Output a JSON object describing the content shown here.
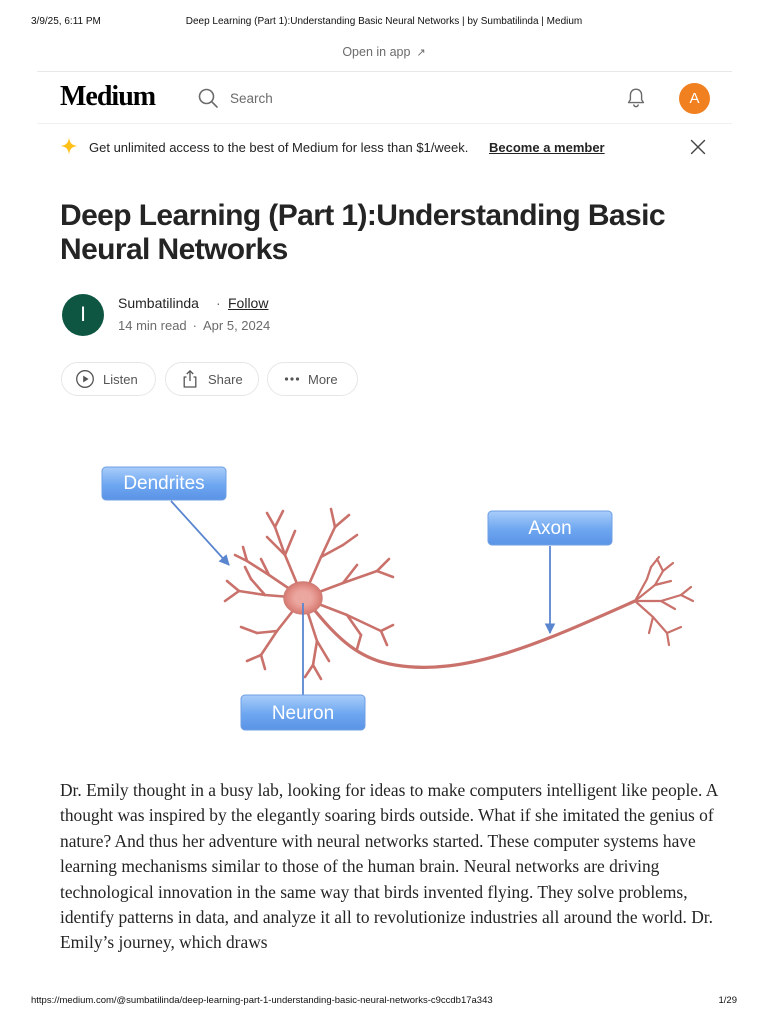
{
  "print_header": {
    "datetime": "3/9/25, 6:11 PM",
    "title": "Deep Learning (Part 1):Understanding Basic Neural Networks | by Sumbatilinda | Medium"
  },
  "open_in_app": {
    "label": "Open in app",
    "icon": "arrow-up-right-icon"
  },
  "navbar": {
    "logo": "Medium",
    "search_placeholder": "Search",
    "avatar_initial": "A",
    "avatar_color": "#F08020"
  },
  "banner": {
    "message": "Get unlimited access to the best of Medium for less than $1/week.",
    "cta": "Become a member",
    "sparkle_color": "#FFC017"
  },
  "article": {
    "title": "Deep Learning (Part 1):Understanding Basic Neural Networks",
    "author": {
      "name": "Sumbatilinda",
      "initial": "I",
      "avatar_color": "#0E5641",
      "follow_label": "Follow"
    },
    "read_time": "14 min read",
    "date": "Apr 5, 2024",
    "actions": {
      "listen": "Listen",
      "share": "Share",
      "more": "More"
    },
    "figure_labels": {
      "dendrites": "Dendrites",
      "axon": "Axon",
      "neuron": "Neuron"
    },
    "body": "Dr. Emily thought in a busy lab, looking for ideas to make computers intelligent like people. A thought was inspired by the elegantly soaring birds outside. What if she imitated the genius of nature? And thus her adventure with neural networks started. These computer systems have learning mechanisms similar to those of the human brain. Neural networks are driving technological innovation in the same way that birds invented flying. They solve problems, identify patterns in data, and analyze it all to revolutionize industries all around the world. Dr. Emily’s journey, which draws"
  },
  "print_footer": {
    "url": "https://medium.com/@sumbatilinda/deep-learning-part-1-understanding-basic-neural-networks-c9ccdb17a343",
    "page": "1/29"
  }
}
